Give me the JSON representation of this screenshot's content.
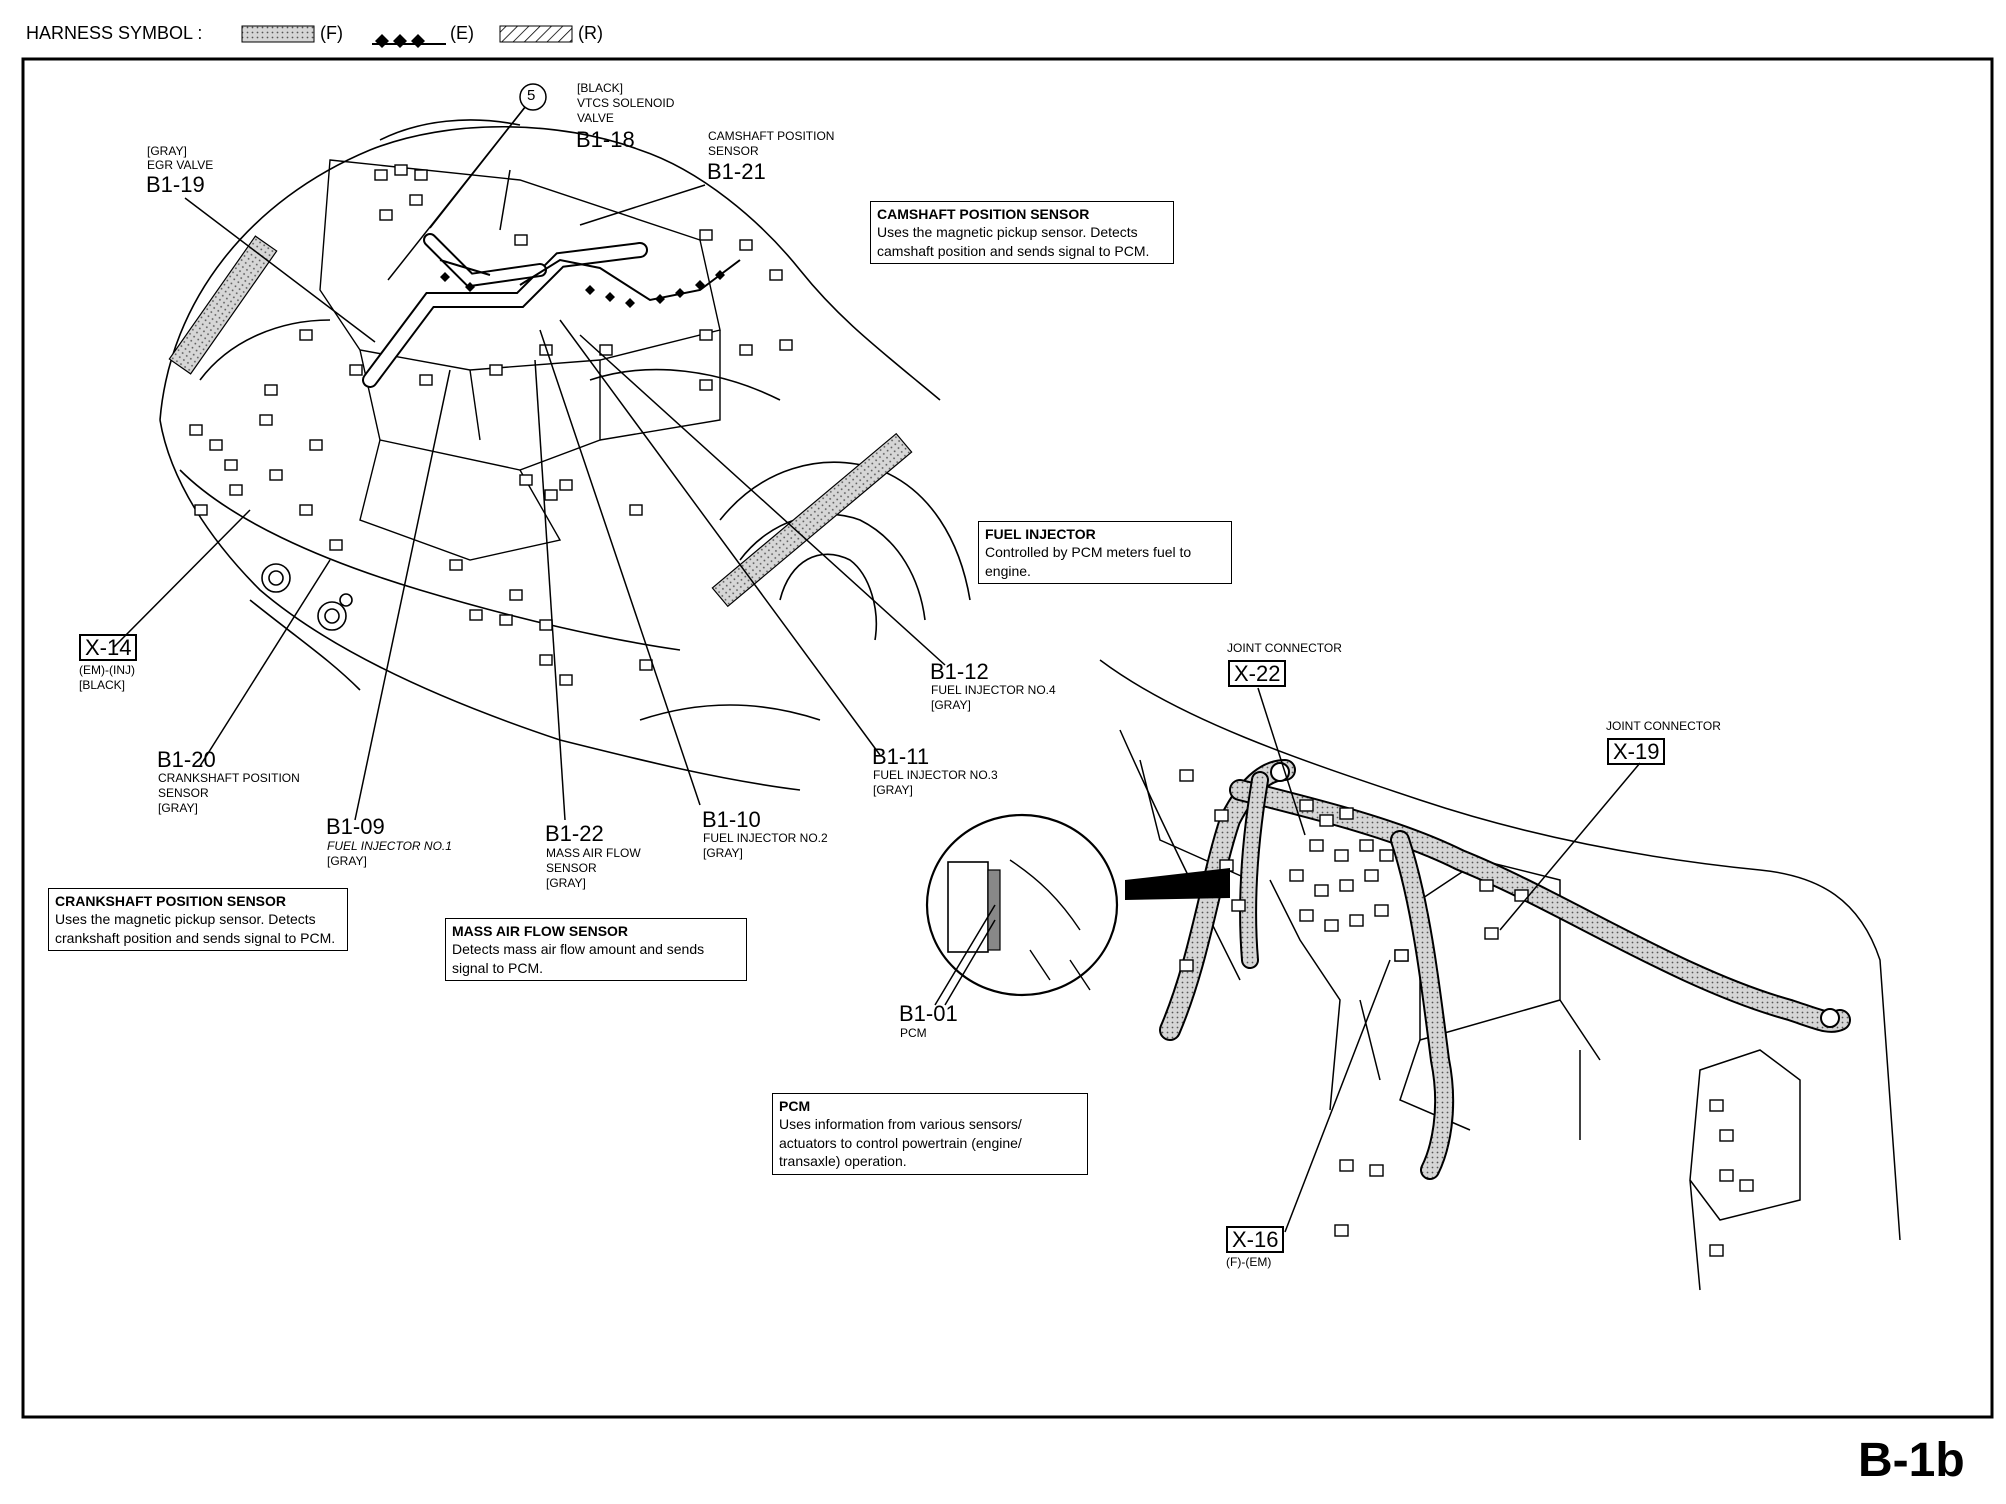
{
  "legend": {
    "prefix": "HARNESS SYMBOL :",
    "items": [
      {
        "code": "(F)",
        "style": "dotted"
      },
      {
        "code": "(E)",
        "style": "diamond"
      },
      {
        "code": "(R)",
        "style": "hatched"
      }
    ]
  },
  "page_code": "B-1b",
  "callouts": {
    "circle5": "5",
    "b1_19": {
      "color": "[GRAY]",
      "name": "EGR VALVE",
      "code": "B1-19"
    },
    "b1_18": {
      "color": "[BLACK]",
      "name1": "VTCS SOLENOID",
      "name2": "VALVE",
      "code": "B1-18"
    },
    "b1_21": {
      "name1": "CAMSHAFT POSITION",
      "name2": "SENSOR",
      "code": "B1-21"
    },
    "x14": {
      "code": "X-14",
      "sub": "(EM)-(INJ)",
      "color": "[BLACK]"
    },
    "b1_20": {
      "code": "B1-20",
      "name1": "CRANKSHAFT POSITION",
      "name2": "SENSOR",
      "color": "[GRAY]"
    },
    "b1_09": {
      "code": "B1-09",
      "name": "FUEL INJECTOR NO.1",
      "color": "[GRAY]"
    },
    "b1_22": {
      "code": "B1-22",
      "name1": "MASS AIR FLOW",
      "name2": "SENSOR",
      "color": "[GRAY]"
    },
    "b1_10": {
      "code": "B1-10",
      "name": "FUEL INJECTOR NO.2",
      "color": "[GRAY]"
    },
    "b1_11": {
      "code": "B1-11",
      "name": "FUEL INJECTOR NO.3",
      "color": "[GRAY]"
    },
    "b1_12": {
      "code": "B1-12",
      "name": "FUEL INJECTOR NO.4",
      "color": "[GRAY]"
    },
    "x22": {
      "label": "JOINT CONNECTOR",
      "code": "X-22"
    },
    "x19": {
      "label": "JOINT CONNECTOR",
      "code": "X-19"
    },
    "b1_01": {
      "code": "B1-01",
      "name": "PCM"
    },
    "x16": {
      "code": "X-16",
      "sub": "(F)-(EM)"
    }
  },
  "info_boxes": {
    "camshaft": {
      "title": "CAMSHAFT POSITION SENSOR",
      "body": "Uses the magnetic pickup sensor. Detects camshaft position and sends signal to PCM."
    },
    "injector": {
      "title": "FUEL INJECTOR",
      "body": "Controlled by PCM meters fuel to engine."
    },
    "crankshaft": {
      "title": "CRANKSHAFT POSITION SENSOR",
      "body": "Uses the magnetic pickup sensor. Detects crankshaft position and sends signal to PCM."
    },
    "maf": {
      "title": "MASS AIR FLOW SENSOR",
      "body": "Detects mass air flow amount and sends signal to PCM."
    },
    "pcm": {
      "title": "PCM",
      "body": "Uses information from various sensors/ actuators to control powertrain (engine/ transaxle) operation."
    }
  }
}
